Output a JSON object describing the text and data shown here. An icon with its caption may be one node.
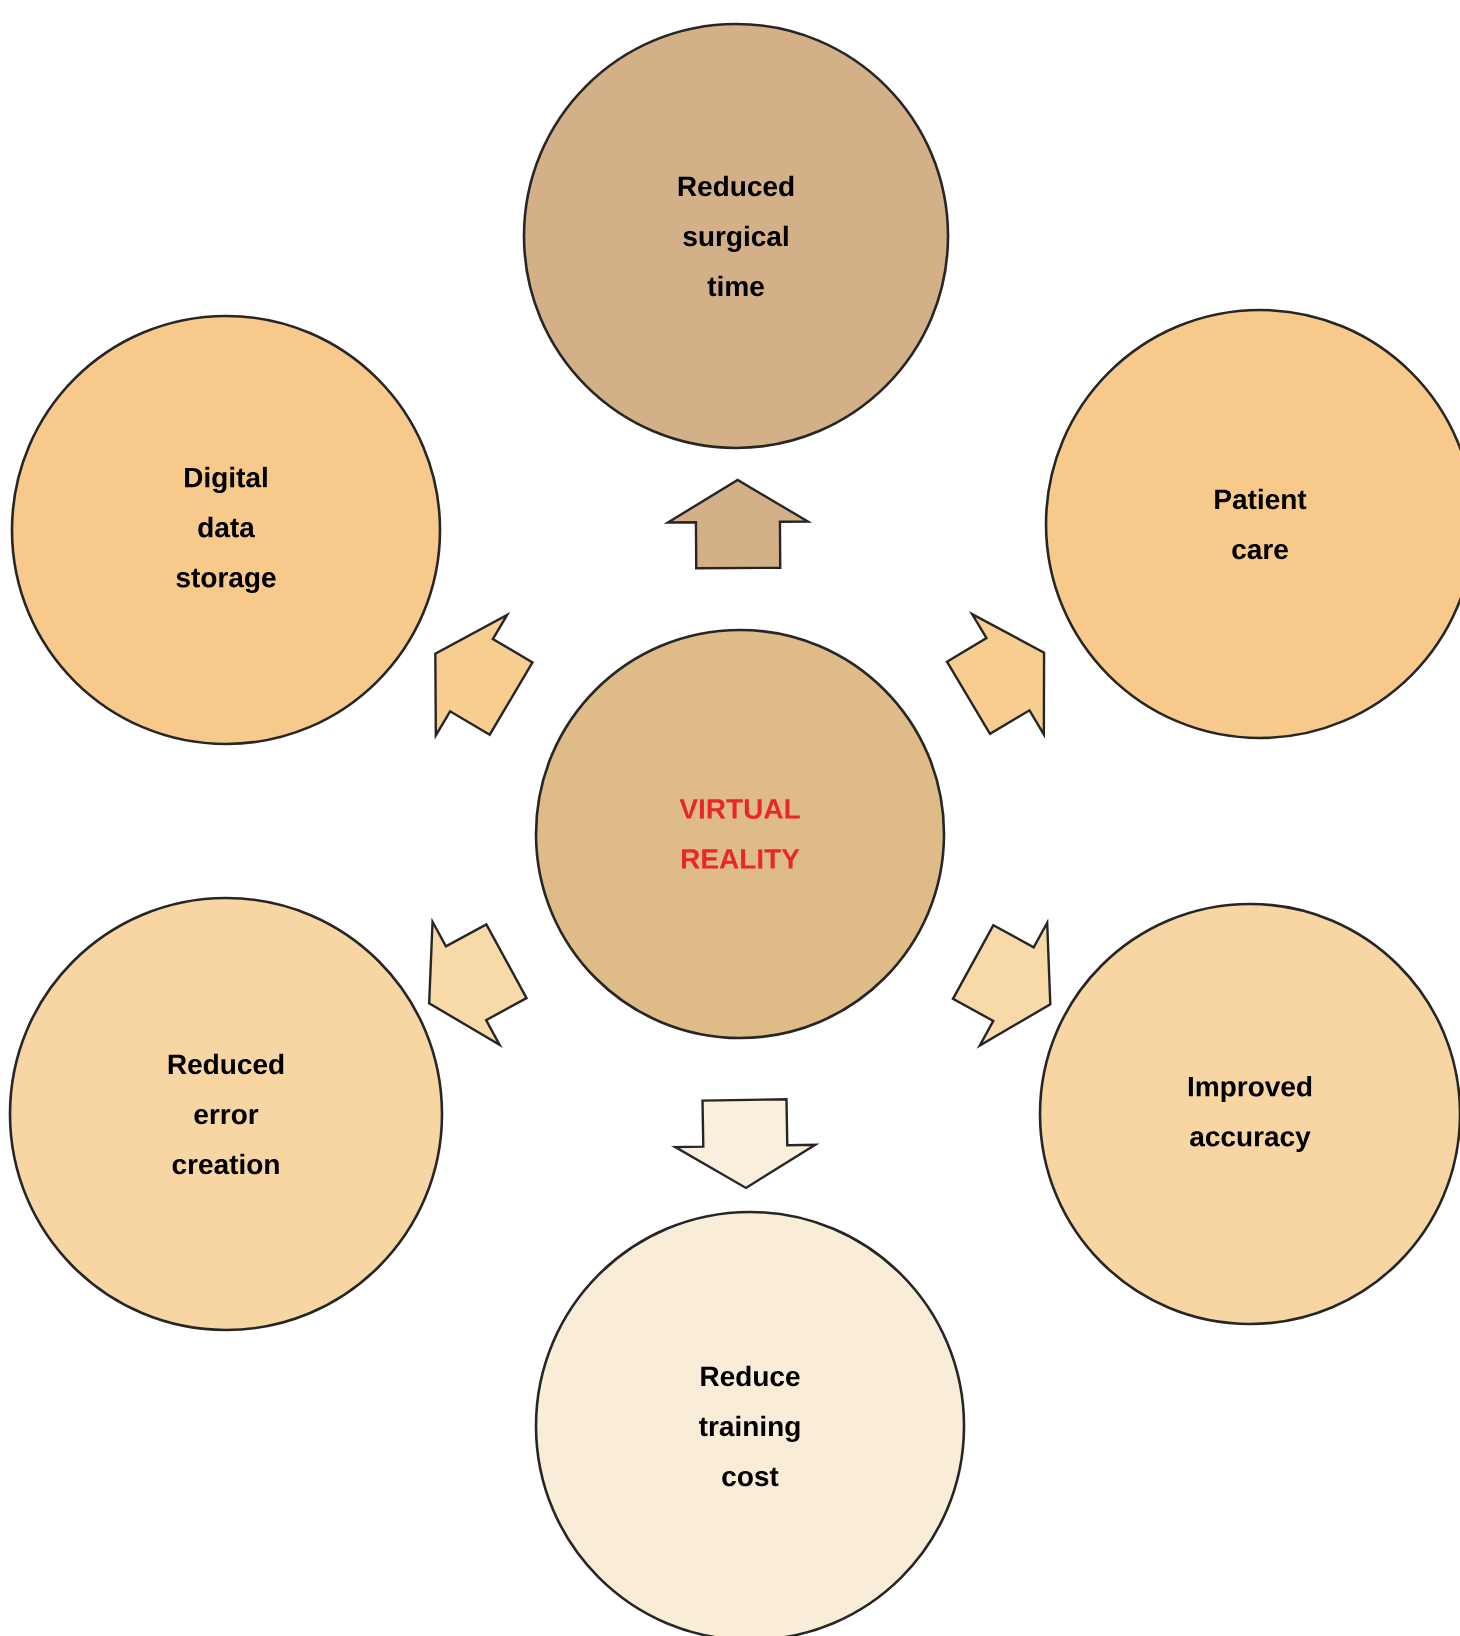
{
  "diagram": {
    "nodes": [
      {
        "text": [
          "Reduced surgical time"
        ]
      },
      {
        "text": [
          "Digital data storage"
        ]
      },
      {
        "text": [
          "Patient care"
        ]
      },
      {
        "text": [
          "VIRTUAL REALITY"
        ]
      },
      {
        "text": [
          "Reduced error creation"
        ]
      },
      {
        "text": [
          "Improved accuracy"
        ]
      },
      {
        "text": [
          "Reduce training cost"
        ]
      }
    ],
    "edges": [
      {
        "from": 3,
        "to": 0,
        "arrow": "to"
      },
      {
        "from": 3,
        "to": 1,
        "arrow": "to"
      },
      {
        "from": 3,
        "to": 2,
        "arrow": "to"
      },
      {
        "from": 3,
        "to": 4,
        "arrow": "to"
      },
      {
        "from": 3,
        "to": 5,
        "arrow": "to"
      },
      {
        "from": 3,
        "to": 6,
        "arrow": "to"
      }
    ]
  }
}
